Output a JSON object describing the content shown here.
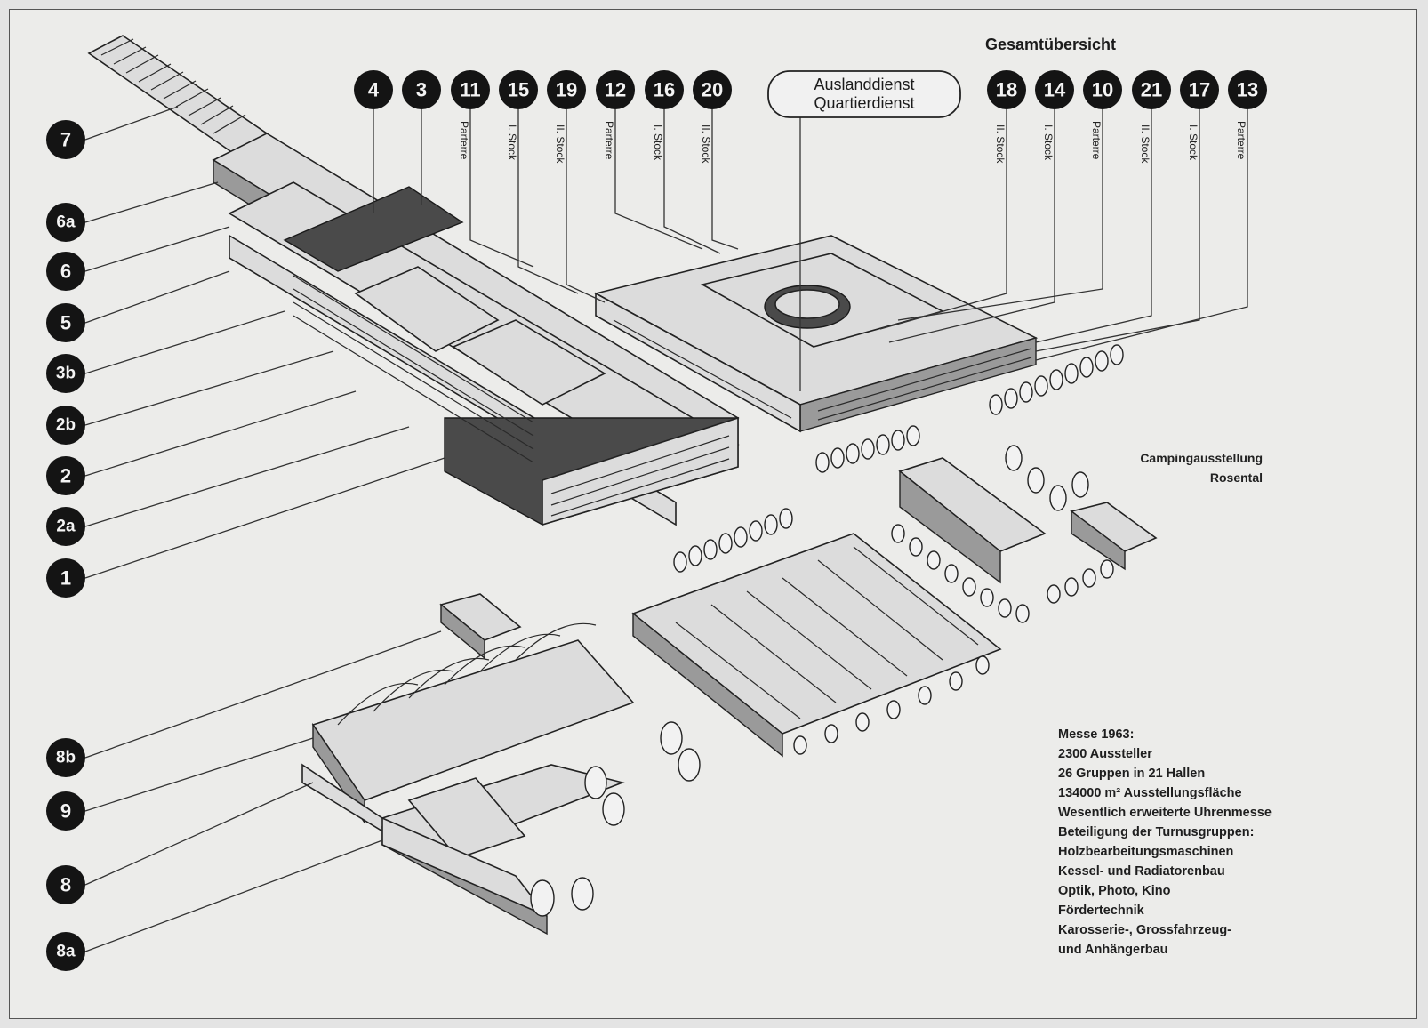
{
  "title": "Gesamtübersicht",
  "top_badges": [
    {
      "label": "4"
    },
    {
      "label": "3"
    },
    {
      "label": "11"
    },
    {
      "label": "15"
    },
    {
      "label": "19"
    },
    {
      "label": "12"
    },
    {
      "label": "16"
    },
    {
      "label": "20"
    }
  ],
  "top_right_badges": [
    {
      "label": "18"
    },
    {
      "label": "14"
    },
    {
      "label": "10"
    },
    {
      "label": "21"
    },
    {
      "label": "17"
    },
    {
      "label": "13"
    }
  ],
  "left_badges": [
    {
      "label": "7"
    },
    {
      "label": "6a"
    },
    {
      "label": "6"
    },
    {
      "label": "5"
    },
    {
      "label": "3b"
    },
    {
      "label": "2b"
    },
    {
      "label": "2"
    },
    {
      "label": "2a"
    },
    {
      "label": "1"
    },
    {
      "label": "8b"
    },
    {
      "label": "9"
    },
    {
      "label": "8"
    },
    {
      "label": "8a"
    }
  ],
  "floor_labels_left": [
    {
      "label": "Parterre"
    },
    {
      "label": "I. Stock"
    },
    {
      "label": "II. Stock"
    },
    {
      "label": "Parterre"
    },
    {
      "label": "I. Stock"
    },
    {
      "label": "II. Stock"
    }
  ],
  "floor_labels_right": [
    {
      "label": "II. Stock"
    },
    {
      "label": "I. Stock"
    },
    {
      "label": "Parterre"
    },
    {
      "label": "II. Stock"
    },
    {
      "label": "I. Stock"
    },
    {
      "label": "Parterre"
    }
  ],
  "service_box": {
    "line1": "Auslanddienst",
    "line2": "Quartierdienst"
  },
  "camping": {
    "line1": "Campingausstellung",
    "line2": "Rosental"
  },
  "info": {
    "heading": "Messe 1963:",
    "lines": [
      "2300 Aussteller",
      "26 Gruppen in 21 Hallen",
      "134000 m² Ausstellungsfläche",
      "Wesentlich erweiterte Uhrenmesse",
      "Beteiligung der Turnusgruppen:",
      "Holzbearbeitungsmaschinen",
      "Kessel- und Radiatorenbau",
      "Optik, Photo, Kino",
      "Fördertechnik",
      "Karosserie-, Grossfahrzeug-",
      "und Anhängerbau"
    ]
  },
  "colors": {
    "badge_fill": "#141414",
    "paper": "#ececea",
    "ink": "#1b1b1b"
  }
}
